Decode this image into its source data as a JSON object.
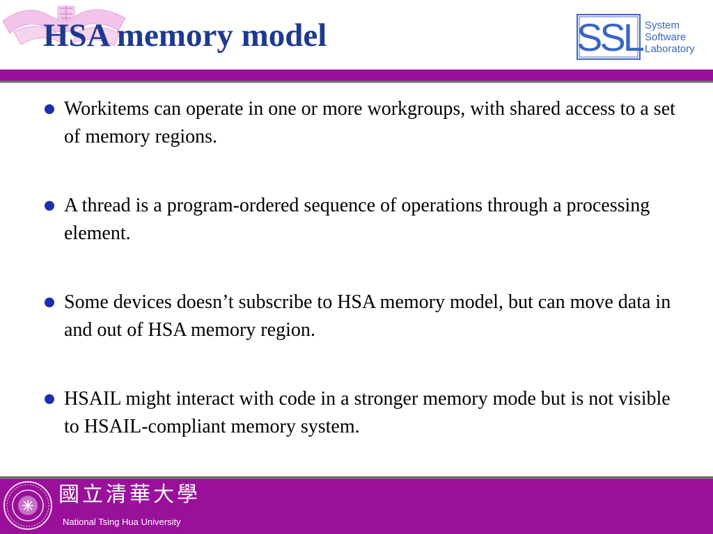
{
  "slide": {
    "title": "HSA memory model",
    "bullets": [
      {
        "text": "Workitems can operate in one or more workgroups, with shared access to a set of memory regions."
      },
      {
        "text": "A thread is a program-ordered sequence of operations through a processing element."
      },
      {
        "text": "Some devices doesn’t subscribe to HSA memory model, but can move data in and out of HSA memory region."
      },
      {
        "text": "HSAIL might interact with code in a stronger memory mode but is not visible to HSAIL-compliant memory system."
      }
    ]
  },
  "logo": {
    "letters": "SSL",
    "line1": "System",
    "line2": "Software",
    "line3": "Laboratory"
  },
  "footer": {
    "chinese_name": "國立清華大學",
    "english_name": "National Tsing Hua University"
  },
  "colors": {
    "title": "#1d3a8f",
    "band": "#9a109a",
    "bullet_dot": "#1a2fb0",
    "logo_blue": "#3a66c4"
  },
  "icons": {
    "ribbon": "university-emblem-ribbon-icon",
    "seal": "university-seal-icon",
    "bullet": "bullet-dot-icon"
  }
}
